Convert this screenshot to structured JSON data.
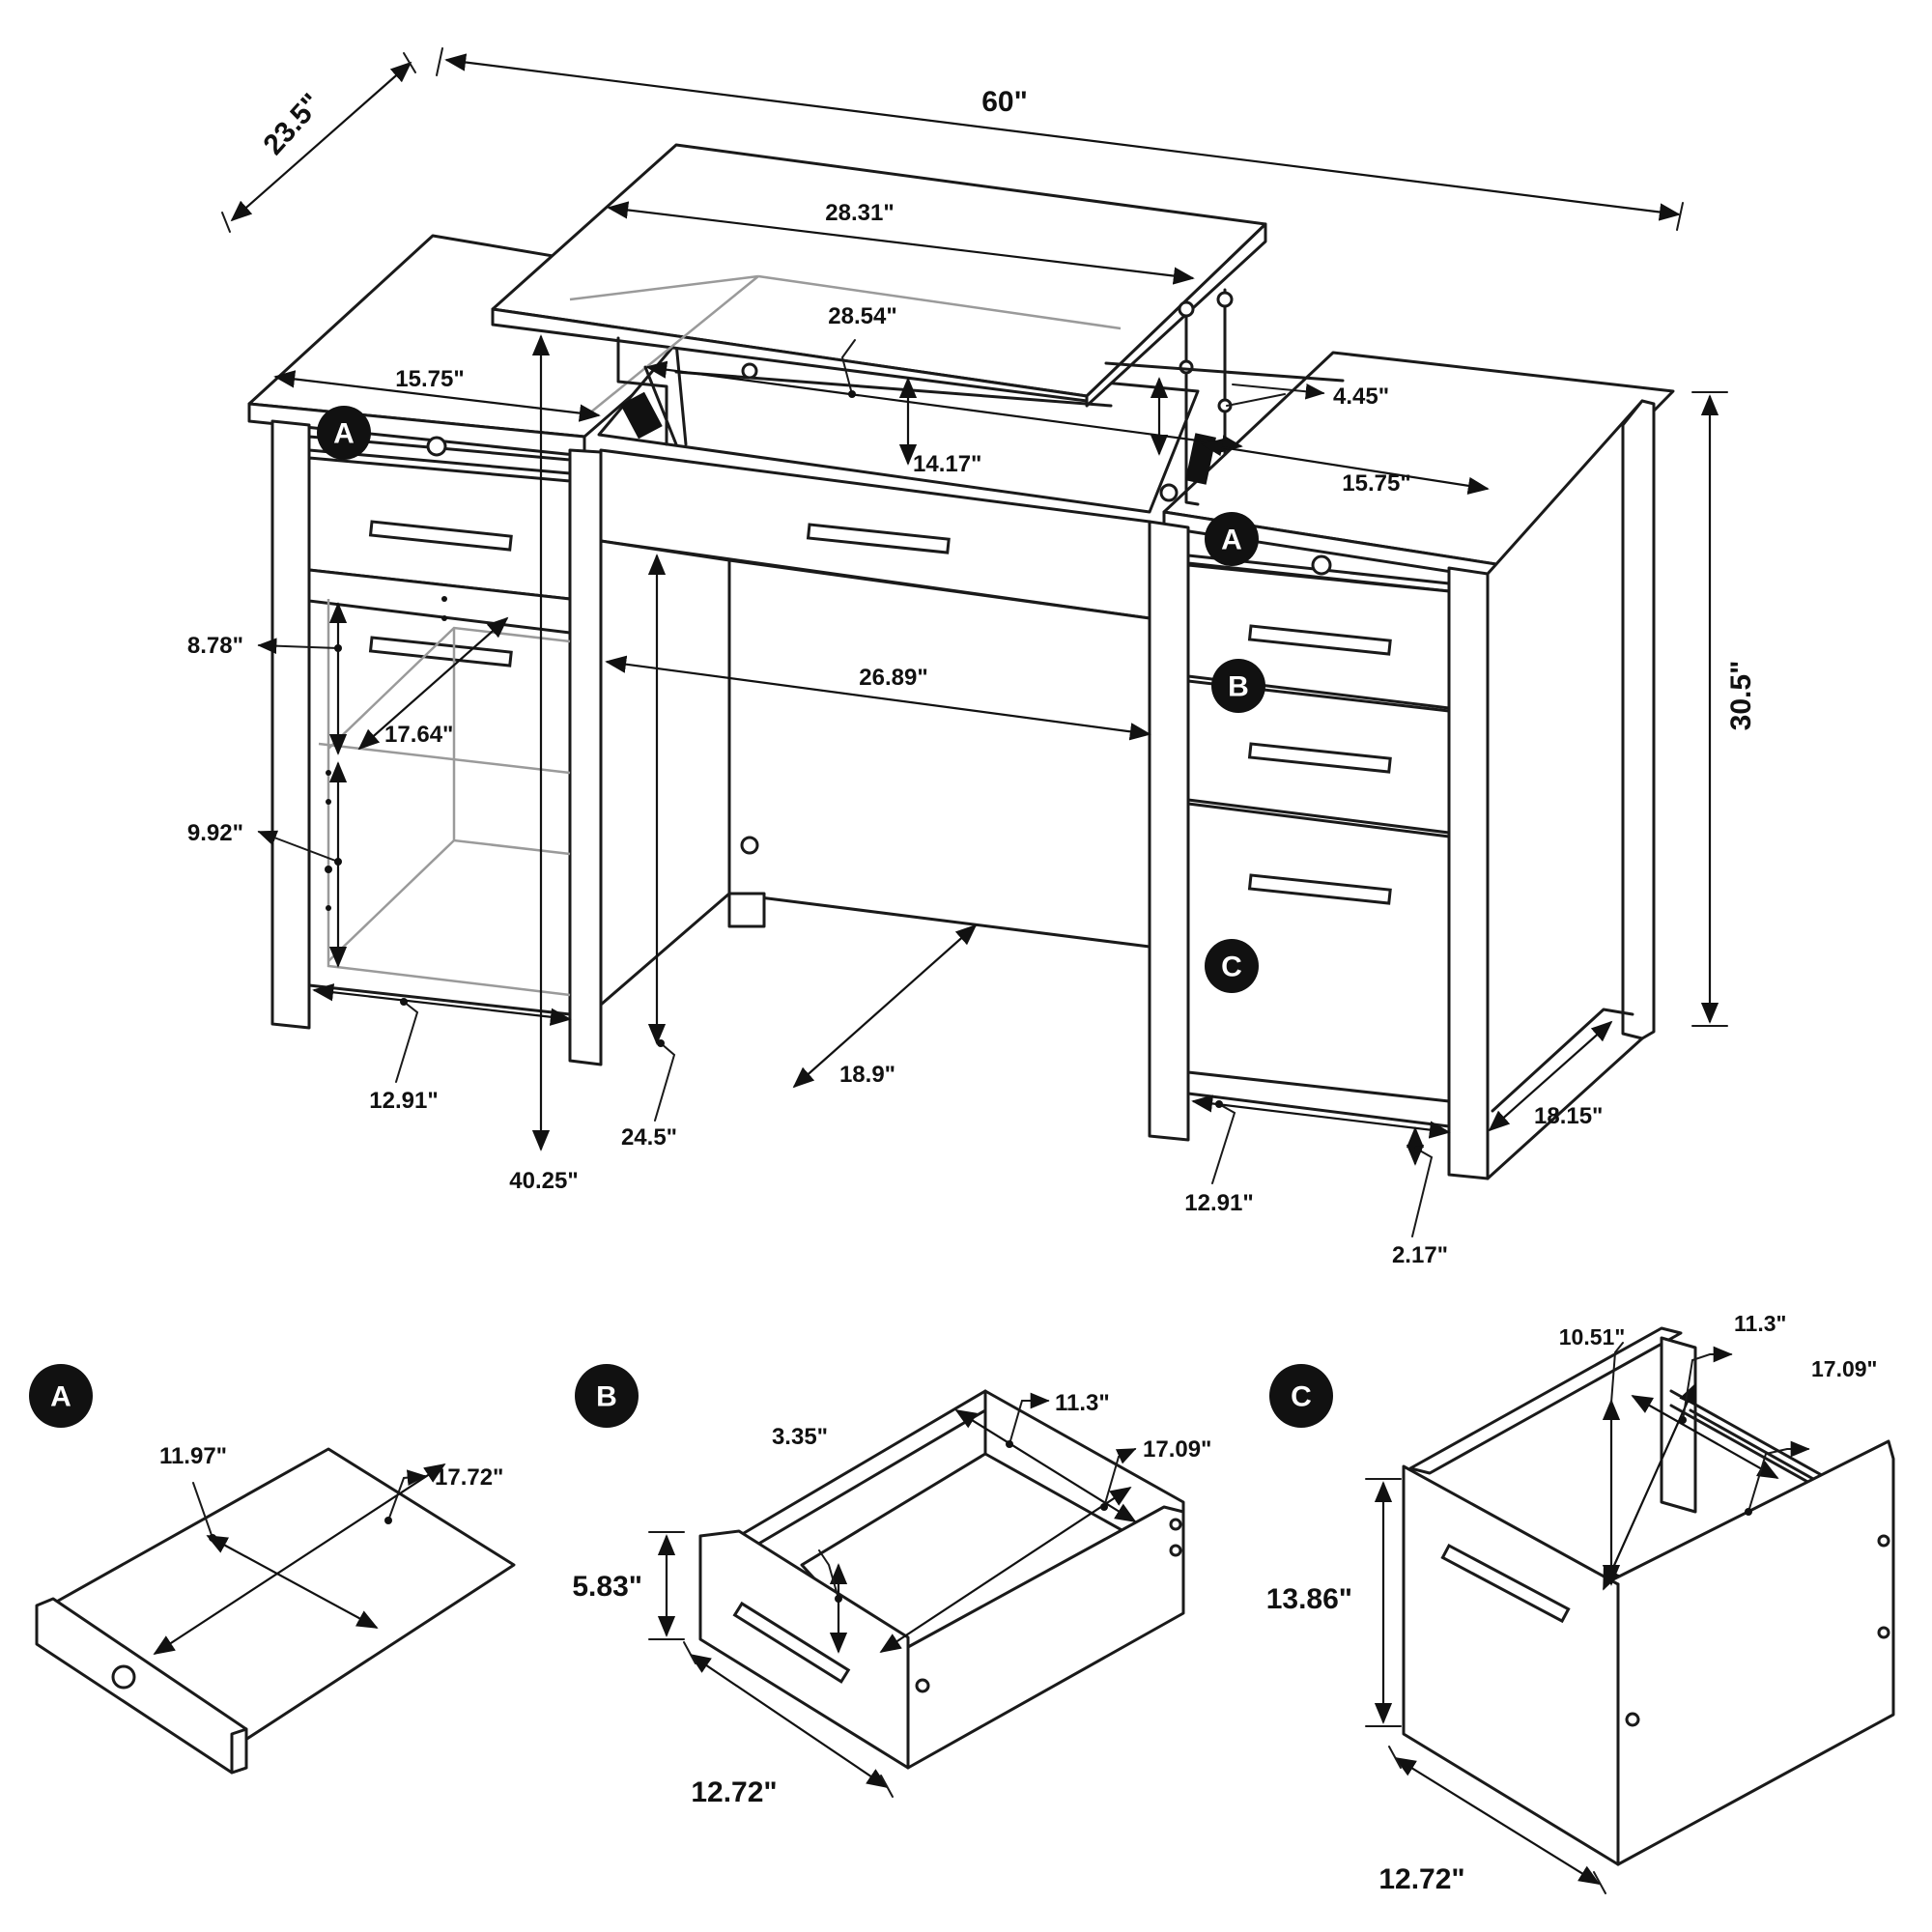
{
  "overall": {
    "width": "60\"",
    "depth": "23.5\"",
    "height": "30.5\""
  },
  "desk": {
    "lift_top_width": "28.31\"",
    "lift_inner_width": "28.54\"",
    "lift_gap": "4.45\"",
    "lift_well_depth": "14.17\"",
    "left_top_width": "15.75\"",
    "right_top_width": "15.75\"",
    "knee_width": "26.89\"",
    "knee_depth": "18.9\"",
    "knee_height": "24.5\"",
    "lift_height": "40.25\"",
    "left_shelf_upper": "8.78\"",
    "left_shelf_depth": "17.64\"",
    "left_shelf_lower": "9.92\"",
    "left_base_width": "12.91\"",
    "right_base_width": "12.91\"",
    "right_base_depth": "18.15\"",
    "foot_clearance": "2.17\""
  },
  "badges": {
    "a": "A",
    "b": "B",
    "c": "C"
  },
  "drawer_a": {
    "label": "A",
    "inner_width": "11.97\"",
    "inner_depth": "17.72\""
  },
  "drawer_b": {
    "label": "B",
    "inner_height": "3.35\"",
    "inner_width": "11.3\"",
    "inner_depth": "17.09\"",
    "front_height": "5.83\"",
    "front_width": "12.72\""
  },
  "drawer_c": {
    "label": "C",
    "inner_height": "10.51\"",
    "inner_width": "11.3\"",
    "inner_depth": "17.09\"",
    "front_height": "13.86\"",
    "front_width": "12.72\""
  }
}
